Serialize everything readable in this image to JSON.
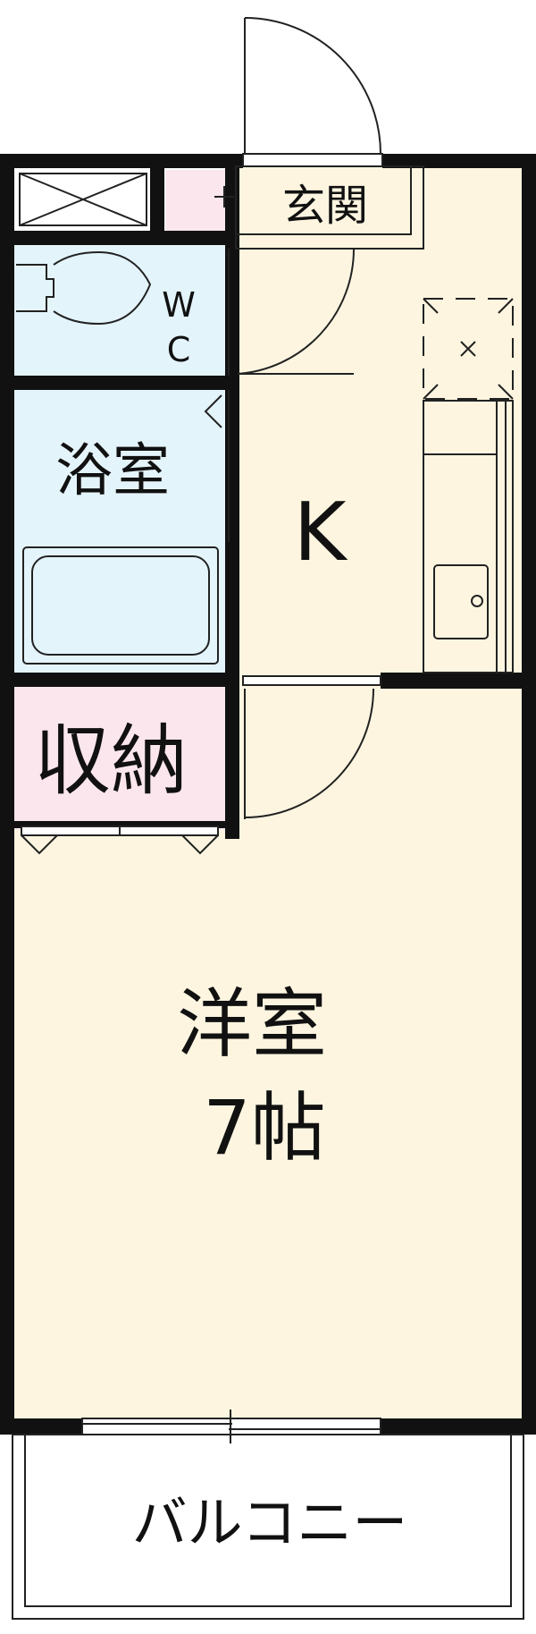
{
  "rooms": {
    "genkan": "玄関",
    "wc_w": "W",
    "wc_c": "C",
    "bath": "浴室",
    "kitchen": "K",
    "storage": "収納",
    "western_name": "洋室",
    "western_size": "7帖",
    "balcony": "バルコニー"
  },
  "colors": {
    "wall": "#111111",
    "wet_area": "#e4f4fb",
    "storage": "#fbe6ee",
    "living": "#fdf5e0",
    "line": "#222222"
  }
}
